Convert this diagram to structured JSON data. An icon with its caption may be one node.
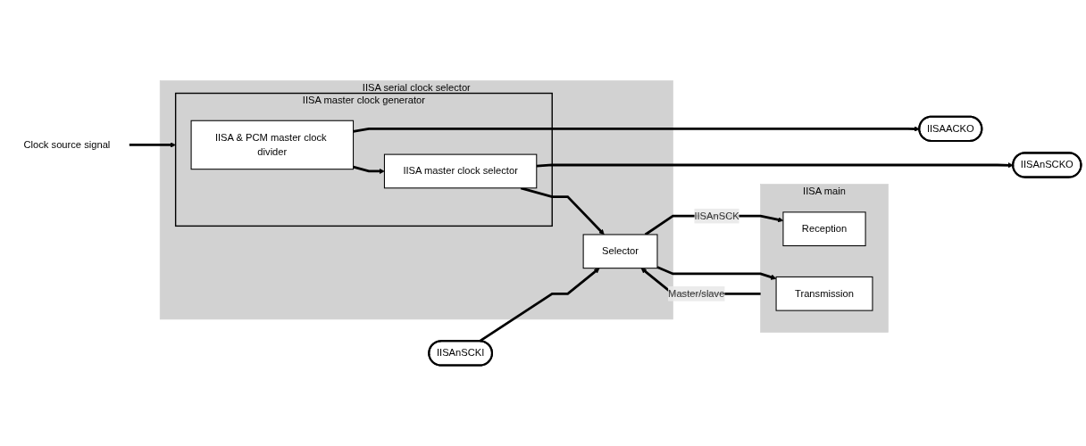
{
  "diagram": {
    "nodes": [
      {
        "text": [
          "IISA serial clock selector"
        ]
      },
      {
        "text": [
          "IISA master clock generator"
        ],
        "in": 0
      },
      {
        "text": [
          "IISA & PCM master clock divider"
        ],
        "in": 1
      },
      {
        "text": [
          "IISA master clock selector"
        ],
        "in": 1
      },
      {
        "text": [
          "Selector"
        ],
        "in": 0
      },
      {
        "text": [
          "IISA main"
        ]
      },
      {
        "text": [
          "Reception"
        ],
        "in": 5
      },
      {
        "text": [
          "Transmission"
        ],
        "in": 5
      },
      {
        "text": [
          "Clock source signal"
        ]
      },
      {
        "text": [
          "IISAACKO"
        ]
      },
      {
        "text": [
          "IISAnSCKO"
        ]
      },
      {
        "text": [
          "IISAnSCKI"
        ]
      }
    ],
    "edges": [
      {
        "from": 8,
        "to": 1,
        "arrow": "to"
      },
      {
        "from": 2,
        "to": 9,
        "arrow": "to"
      },
      {
        "from": 2,
        "to": 3,
        "arrow": "to"
      },
      {
        "from": 3,
        "to": 10,
        "arrow": "to"
      },
      {
        "from": 3,
        "to": 4,
        "arrow": "to"
      },
      {
        "from": 11,
        "to": 4,
        "arrow": "to"
      },
      {
        "from": 4,
        "to": 6,
        "arrow": "to",
        "label": "IISAnSCK"
      },
      {
        "from": 4,
        "to": 7,
        "arrow": "to"
      },
      {
        "from": 5,
        "to": 4,
        "arrow": "to",
        "label": "Master/slave"
      }
    ]
  }
}
